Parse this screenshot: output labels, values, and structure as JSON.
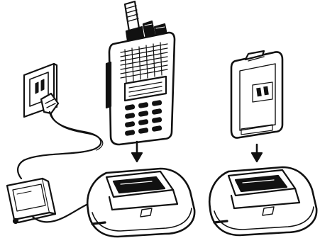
{
  "figure": {
    "background": "#ffffff",
    "ink": "#111111",
    "panels": [
      {
        "id": "charging-radio",
        "items": [
          "wall-outlet",
          "ac-adapter-plug",
          "ac-adapter",
          "cord",
          "handheld-radio",
          "down-arrow",
          "charger-cradle"
        ]
      },
      {
        "id": "charging-battery",
        "items": [
          "battery-pack",
          "down-arrow",
          "charger-cradle"
        ]
      }
    ]
  }
}
